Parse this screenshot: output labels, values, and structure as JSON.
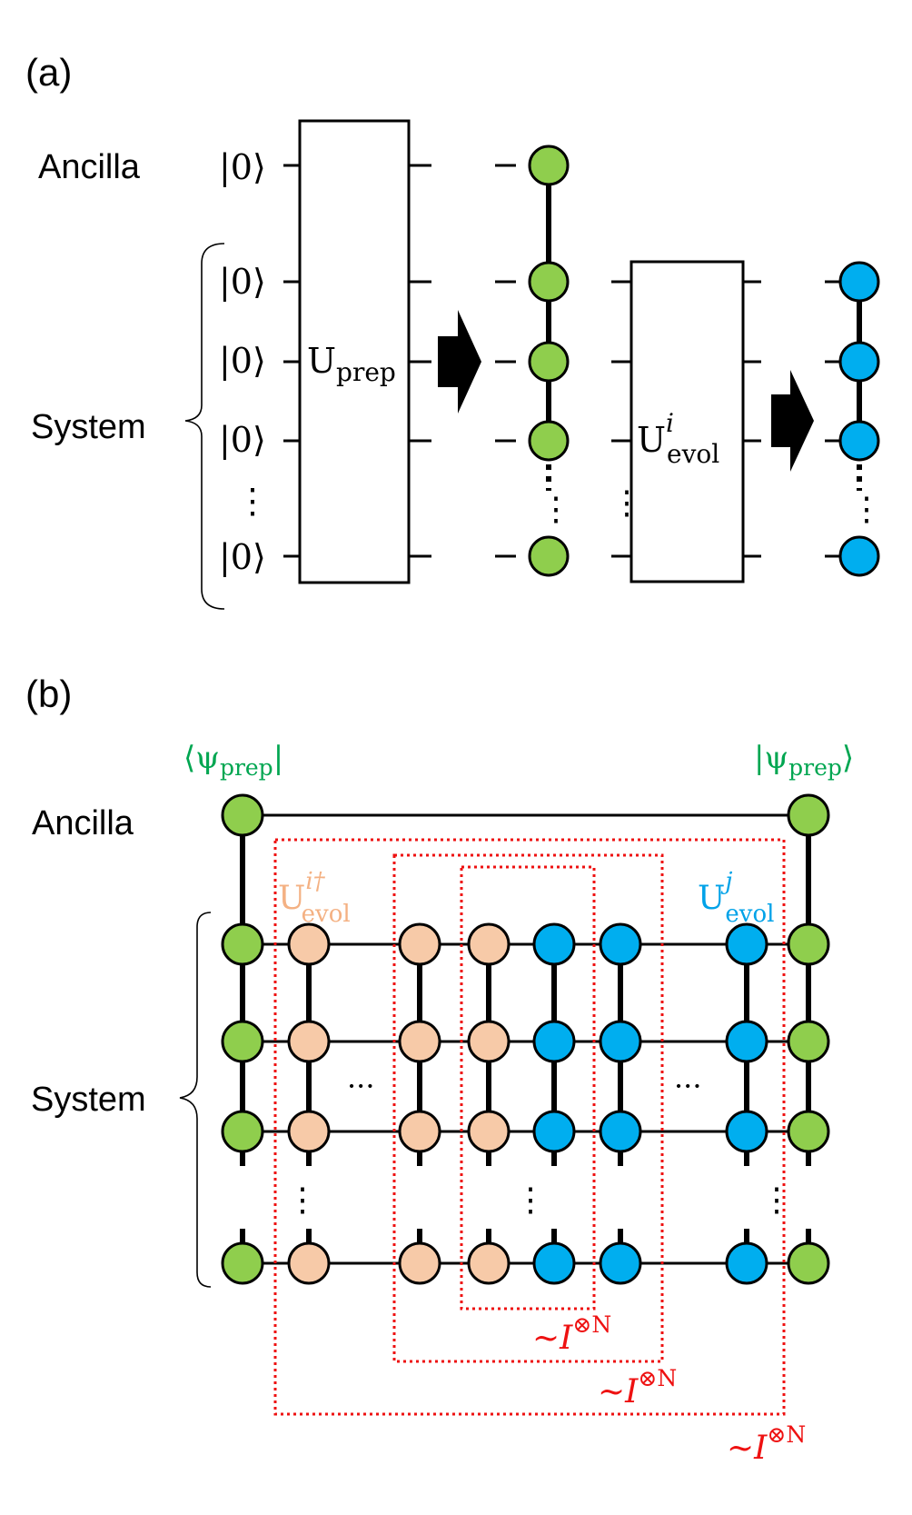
{
  "panel_a": {
    "label": "(a)",
    "ancilla_label": "Ancilla",
    "system_label": "System",
    "ket0": "|0⟩",
    "vdots": "⋮",
    "uprep": {
      "main": "U",
      "sub": "prep"
    },
    "uevol": {
      "main": "U",
      "sup": "i",
      "sub": "evol"
    }
  },
  "panel_b": {
    "label": "(b)",
    "ancilla_label": "Ancilla",
    "system_label": "System",
    "bra_left": {
      "open": "⟨ψ",
      "sub": "prep",
      "close": "|"
    },
    "ket_right": {
      "open": "|ψ",
      "sub": "prep",
      "close": "⟩"
    },
    "udag": {
      "main": "U",
      "sup": "i†",
      "sub": "evol"
    },
    "uj": {
      "main": "U",
      "sup": "j",
      "sub": "evol"
    },
    "hdots": "···",
    "vdots": "⋮",
    "identity": {
      "prefix": "~",
      "main": "I",
      "sup": "⊗N"
    }
  },
  "colors": {
    "green": "#8fce4d",
    "peach": "#f7caa8",
    "blue": "#00aeef",
    "red": "#ee1111",
    "green_text": "#00a651",
    "peach_text": "#f4b183",
    "blue_text": "#00a2e8"
  }
}
